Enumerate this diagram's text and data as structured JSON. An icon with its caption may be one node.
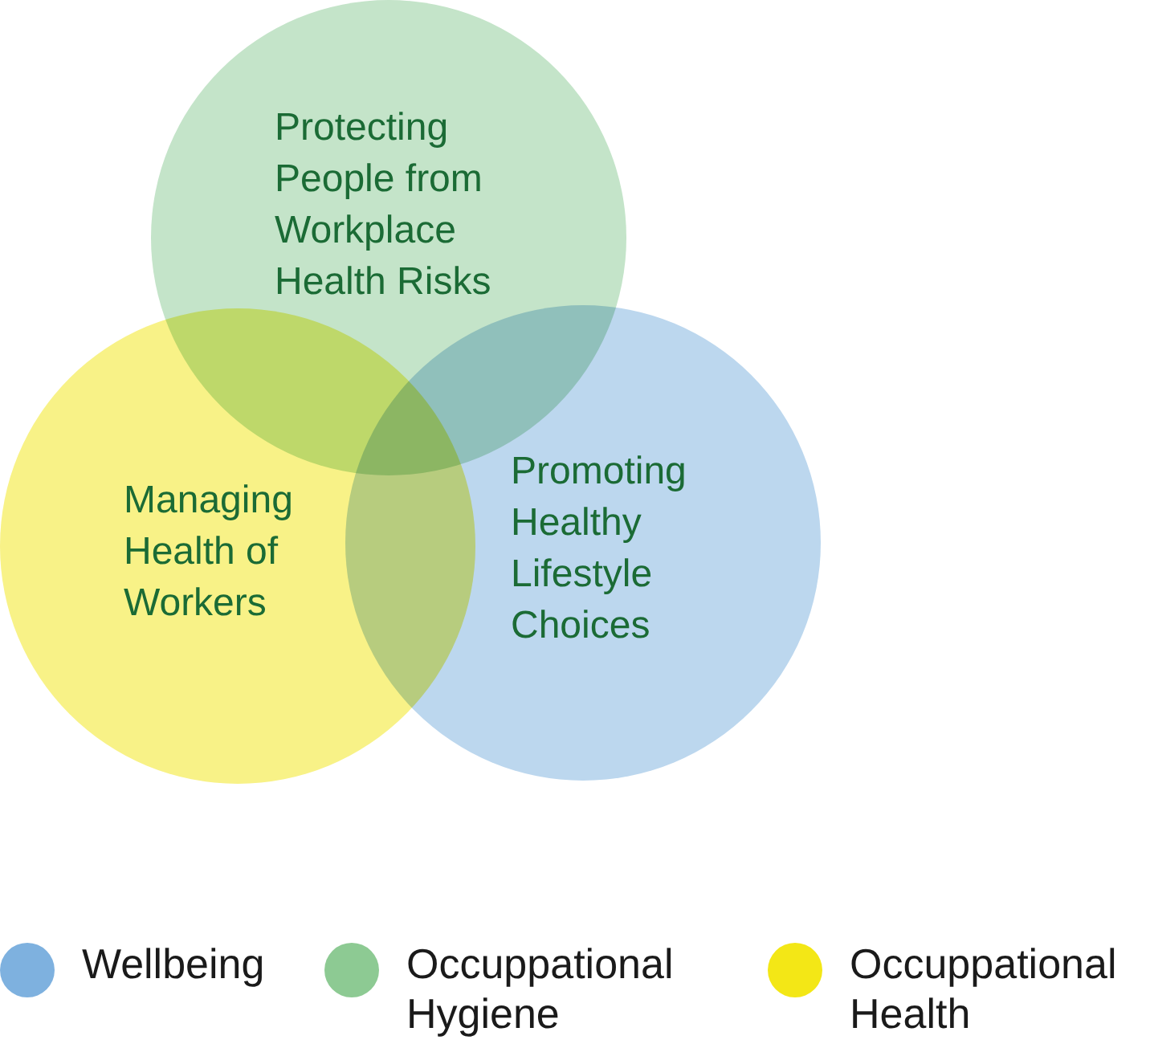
{
  "diagram": {
    "nodes": [
      {
        "text": [
          "Protecting People from Workplace Health Risks"
        ]
      },
      {
        "text": [
          "Managing Health of Workers"
        ]
      },
      {
        "text": [
          "Promoting Healthy Lifestyle Choices"
        ]
      }
    ],
    "legend": [
      {
        "text": "Wellbeing",
        "color": "#7eb1df"
      },
      {
        "text": "Occuppational Hygiene",
        "color": "#8dca93"
      },
      {
        "text": "Occuppational Health",
        "color": "#f3e716"
      }
    ]
  }
}
